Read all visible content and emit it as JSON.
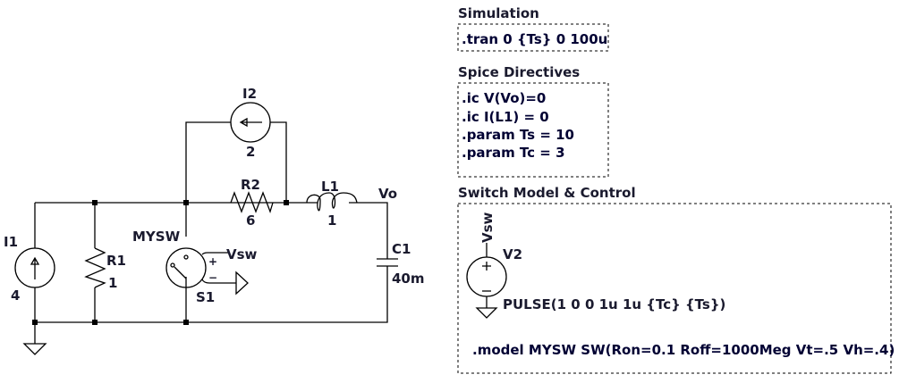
{
  "components": {
    "I1": {
      "name": "I1",
      "value": "4"
    },
    "R1": {
      "name": "R1",
      "value": "1"
    },
    "I2": {
      "name": "I2",
      "value": "2"
    },
    "R2": {
      "name": "R2",
      "value": "6"
    },
    "S1": {
      "name": "S1",
      "model": "MYSW",
      "control_label": "Vsw",
      "plus": "+",
      "minus": "−"
    },
    "L1": {
      "name": "L1",
      "value": "1"
    },
    "C1": {
      "name": "C1",
      "value": "40m"
    },
    "V2": {
      "name": "V2",
      "value": "PULSE(1 0 0 1u 1u {Tc} {Ts})",
      "net_label": "Vsw",
      "plus": "+",
      "minus": "−"
    }
  },
  "nets": {
    "output": "Vo"
  },
  "panels": {
    "simulation": {
      "title": "Simulation",
      "lines": [
        ".tran 0 {Ts} 0 100u"
      ]
    },
    "spice_directives": {
      "title": "Spice Directives",
      "lines": [
        ".ic V(Vo)=0",
        ".ic I(L1) = 0",
        ".param Ts = 10",
        ".param Tc = 3"
      ]
    },
    "switch_model": {
      "title": "Switch Model & Control",
      "model_line": ".model MYSW SW(Ron=0.1 Roff=1000Meg Vt=.5 Vh=.4)"
    }
  }
}
